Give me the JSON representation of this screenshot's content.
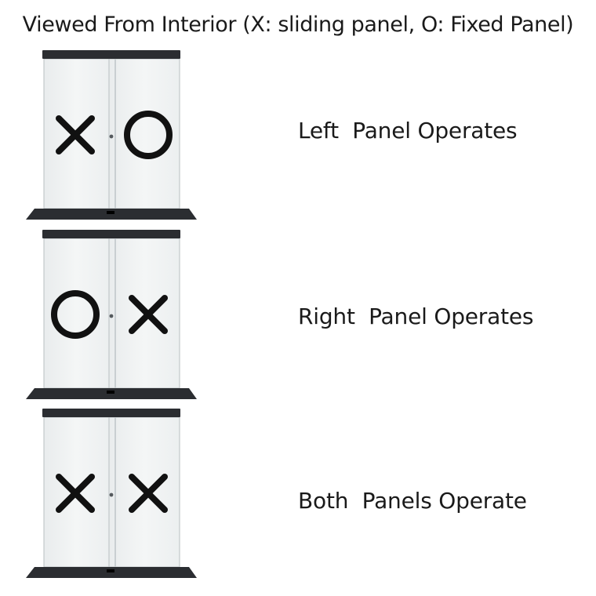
{
  "title": "Viewed From Interior (X: sliding panel, O: Fixed Panel)",
  "rows": [
    {
      "label": "Left  Panel Operates",
      "left_symbol": "X",
      "right_symbol": "O"
    },
    {
      "label": "Right  Panel Operates",
      "left_symbol": "O",
      "right_symbol": "X"
    },
    {
      "label": "Both  Panels Operate",
      "left_symbol": "X",
      "right_symbol": "X"
    }
  ],
  "colors": {
    "frame": "#2b2d31",
    "symbol": "#111111",
    "glass": "#f4f6f6"
  }
}
